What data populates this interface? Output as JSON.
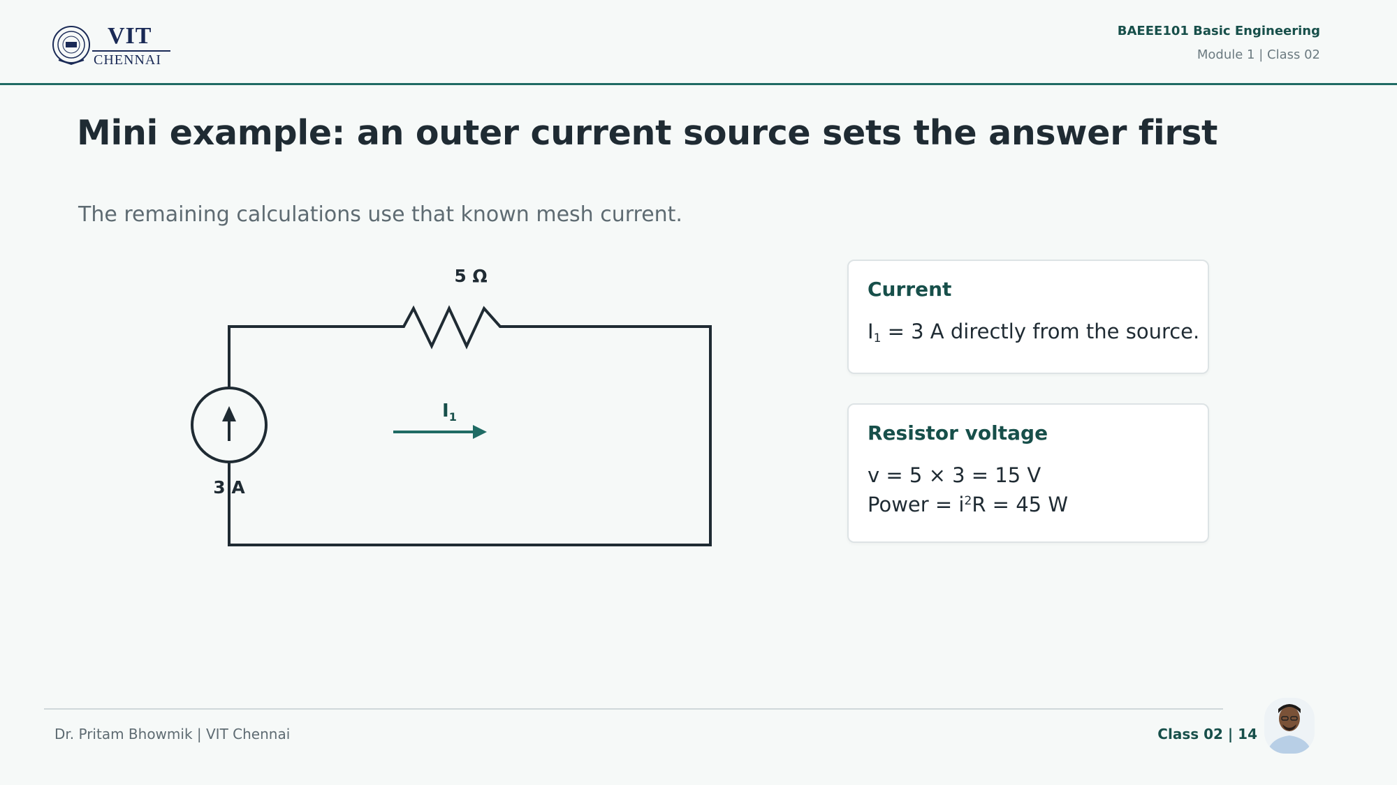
{
  "header": {
    "logo": {
      "name": "VIT",
      "sub": "CHENNAI"
    },
    "course": "BAEEE101 Basic Engineering",
    "module": "Module 1 | Class 02"
  },
  "title": "Mini example: an outer current source sets the answer first",
  "subtitle": "The remaining calculations use that known mesh current.",
  "circuit": {
    "resistor_label": "5 Ω",
    "source_label": "3 A",
    "mesh_current_label": {
      "main": "I",
      "sub": "1"
    },
    "colors": {
      "wire": "#1f2b33",
      "mesh_arrow": "#1f6b64"
    }
  },
  "cards": {
    "current": {
      "title": "Current",
      "line": {
        "sym": "I",
        "sub": "1",
        "rest": " = 3 A directly from the source."
      }
    },
    "voltage": {
      "title": "Resistor voltage",
      "line1": "v = 5 × 3 = 15 V",
      "line2": {
        "pre": "Power = i",
        "sup": "2",
        "post": "R = 45 W"
      }
    }
  },
  "footer": {
    "author": "Dr. Pritam Bhowmik | VIT Chennai",
    "page": "Class 02 | 14"
  },
  "colors": {
    "accent": "#174f4a",
    "rule": "#1f6b64",
    "background": "#f6f9f8"
  }
}
